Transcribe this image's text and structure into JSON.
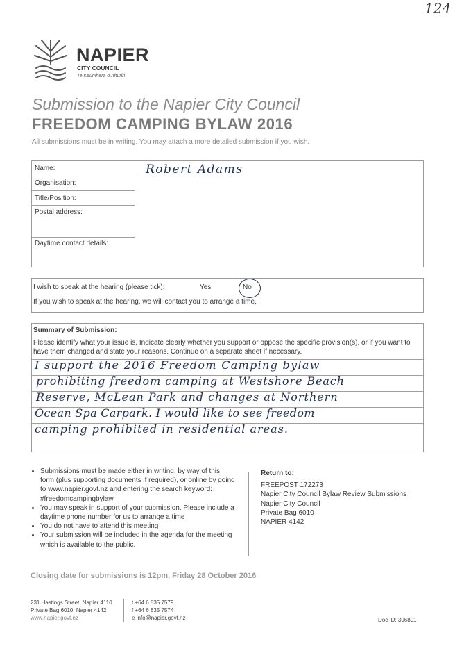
{
  "corner_mark": "124",
  "logo": {
    "name": "NAPIER",
    "council": "CITY COUNCIL",
    "maori": "Te Kaunihera o Ahuriri"
  },
  "title": {
    "line1": "Submission to the Napier City Council",
    "line2": "FREEDOM CAMPING BYLAW 2016",
    "note": "All submissions must be in writing.  You may attach a more detailed submission if you wish."
  },
  "contact_form": {
    "name_label": "Name:",
    "name_value": "Robert Adams",
    "organisation_label": "Organisation:",
    "title_label": "Title/Position:",
    "postal_label": "Postal address:",
    "daytime_label": "Daytime contact details:"
  },
  "hearing": {
    "question": "I wish to speak at the hearing (please tick):",
    "yes": "Yes",
    "no": "No",
    "note": "If you wish to speak at the hearing, we will contact you to arrange a time."
  },
  "summary": {
    "heading": "Summary of Submission:",
    "instruction": "Please identify what your issue is. Indicate clearly whether you support or oppose the specific provision(s), or if you want to have them changed and state your reasons. Continue on a separate sheet if necessary.",
    "handwritten": [
      "I support the 2016 Freedom Camping bylaw",
      "prohibiting freedom camping at Westshore Beach",
      "Reserve, McLean Park and changes at Northern",
      "Ocean Spa Carpark. I would like to see freedom",
      "camping prohibited in residential areas."
    ]
  },
  "notes": {
    "bullets": [
      "Submissions must be made either in writing, by way of this form (plus supporting documents if required), or online by going to www.napier.govt.nz and entering the search keyword: #freedomcampingbylaw",
      "You may speak in support of your submission. Please include a daytime phone number for us to arrange a time",
      "You do not have to attend this meeting",
      "Your submission will be included in the agenda for the meeting which is available to the public."
    ]
  },
  "return_to": {
    "heading": "Return to:",
    "lines": [
      "FREEPOST 172273",
      "Napier City Council Bylaw Review Submissions",
      "Napier City Council",
      "Private Bag 6010",
      "NAPIER 4142"
    ]
  },
  "closing": "Closing date for submissions is 12pm, Friday 28 October 2016",
  "footer": {
    "address1": "231 Hastings Street, Napier 4110",
    "address2": "Private Bag 6010, Napier 4142",
    "web": "www.napier.govt.nz",
    "phone": "t +64 6 835 7579",
    "fax": "f +64 6 835 7574",
    "email": "e info@napier.govt.nz",
    "doc_id": "Doc ID: 306801"
  }
}
